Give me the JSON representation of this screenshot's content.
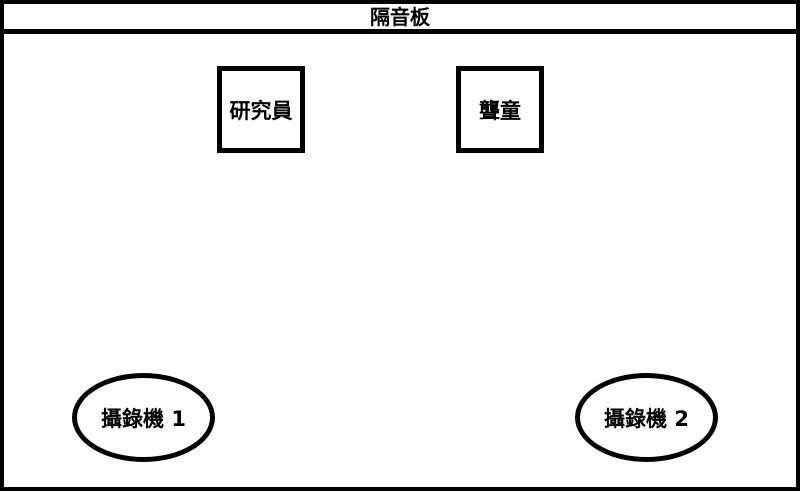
{
  "partition": {
    "label": "隔音板"
  },
  "participants": {
    "researcher": "研究員",
    "deaf_child": "聾童"
  },
  "cameras": {
    "camera_1": "攝錄機 1",
    "camera_2": "攝錄機 2"
  },
  "colors": {
    "stroke": "#000000",
    "background": "#ffffff"
  }
}
